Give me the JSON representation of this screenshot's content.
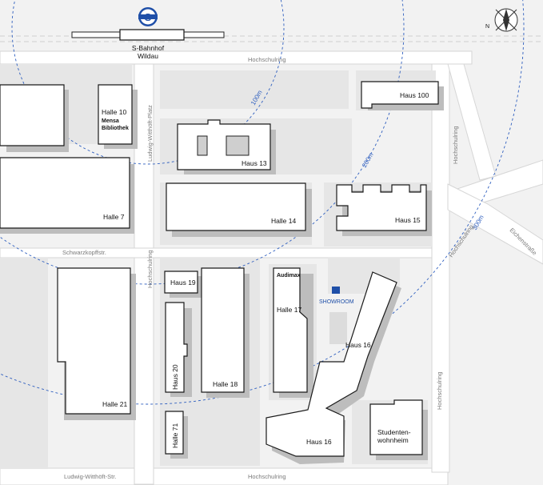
{
  "station": {
    "line1": "S-Bahnhof",
    "line2": "Wildau",
    "logo_letter": "S"
  },
  "compass": {
    "north_label": "N"
  },
  "rings": [
    "100m",
    "200m",
    "300m"
  ],
  "streets": {
    "hochschulring_top": "Hochschulring",
    "hochschulring_bottom": "Hochschulring",
    "hochschulring_vertical_mid": "Hochschulring",
    "hochschulring_vertical_right": "Hochschulring",
    "hochschulring_vertical_lower": "Hochschulring",
    "hochschulring_diagonal": "Hochschulring",
    "ludwig_platz": "Ludwig-Witthöft-Platz",
    "ludwig_str": "Ludwig-Witthöft-Str.",
    "schwarzkopff": "Schwarzkopffstr.",
    "eichenstrasse": "Eichenstraße"
  },
  "buildings": {
    "halle10_name": "Halle 10",
    "halle10_sub1": "Mensa",
    "halle10_sub2": "Bibliothek",
    "haus100": "Haus 100",
    "haus13": "Haus 13",
    "halle7": "Halle 7",
    "halle14": "Halle 14",
    "haus15": "Haus 15",
    "haus19": "Haus 19",
    "haus20": "Haus 20",
    "halle18": "Halle 18",
    "audimax": "Audimax",
    "halle17": "Halle 17",
    "haus16_upper": "Haus 16",
    "haus16_lower": "Haus 16",
    "halle21": "Halle 21",
    "halle71": "Halle 71",
    "studenten_line1": "Studenten-",
    "studenten_line2": "wohnheim"
  },
  "showroom": {
    "label": "SHOWROOM",
    "color": "#1f4fa8"
  }
}
